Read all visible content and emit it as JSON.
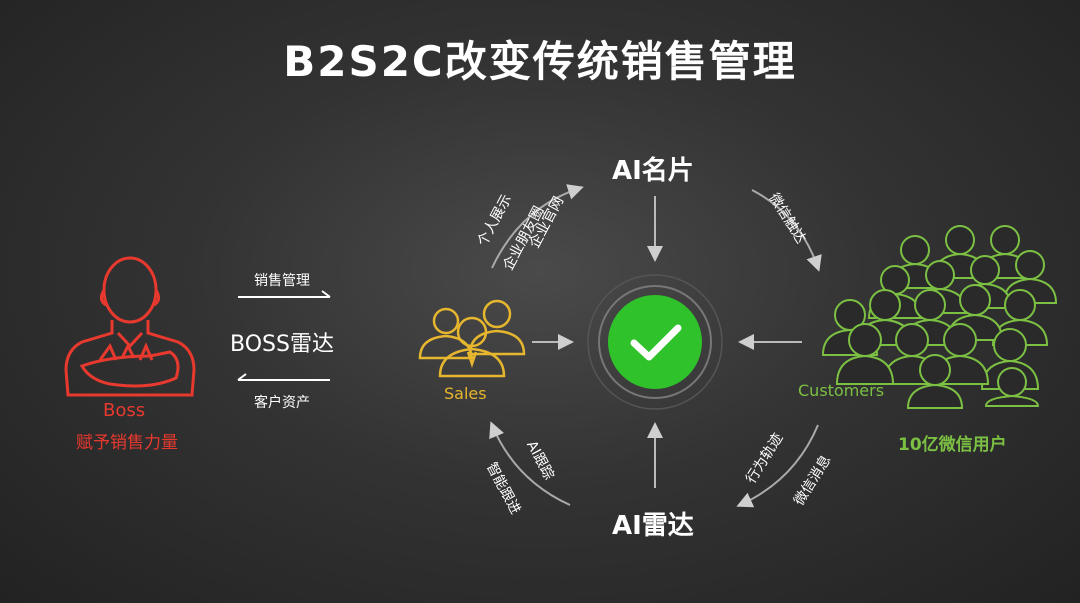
{
  "title": "B2S2C改变传统销售管理",
  "nodes": {
    "ai_card": "AI名片",
    "ai_radar": "AI雷达",
    "boss_name": "Boss",
    "boss_sub": "赋予销售力量",
    "sales": "Sales",
    "customers": "Customers",
    "wechat_users": "10亿微信用户",
    "boss_radar": "BOSS雷达"
  },
  "edges": {
    "sales_mgmt": "销售管理",
    "customer_asset": "客户资产",
    "personal_show": "个人展示",
    "company_site": "企业官网",
    "company_moments": "企业朋友圈",
    "wechat_reach": "微信触达",
    "ai_tracking": "AI跟踪",
    "smart_followup": "智能跟进",
    "behavior_track": "行为轨迹",
    "wechat_message": "微信消息"
  },
  "colors": {
    "boss": "#e8392f",
    "sales": "#e6b62e",
    "customers": "#7cc043",
    "check": "#2fc22a"
  },
  "icons": {
    "boss": "boss-crossed-arms-icon",
    "sales": "sales-team-icon",
    "customers": "crowd-icon",
    "center": "checkmark-circle-icon"
  }
}
